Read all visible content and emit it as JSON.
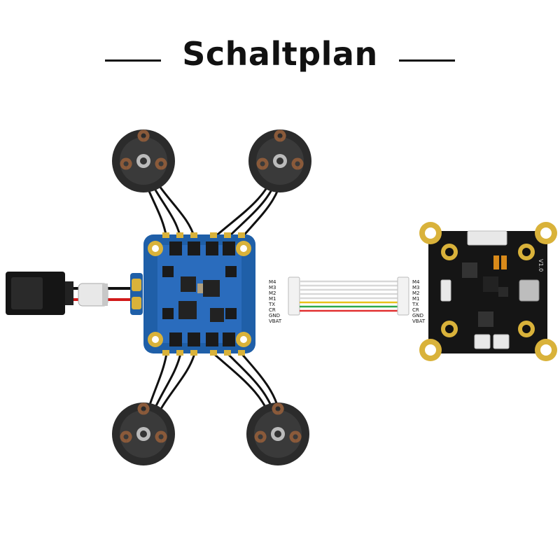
{
  "title": "Schaltplan",
  "esc_pins": [
    "M4",
    "M3",
    "M2",
    "M1",
    "TX",
    "CR",
    "GND",
    "VBAT"
  ],
  "fc_pins": [
    "M4",
    "M3",
    "M2",
    "M1",
    "TX",
    "CR",
    "GND",
    "VBAT"
  ],
  "fc_board_label": "V1.0",
  "colors": {
    "esc_board": "#1f5fa8",
    "fc_board": "#151515",
    "gold_pad": "#d9b23a",
    "motor": "#2b2b2b",
    "wire_black": "#111111",
    "wire_red": "#d11a1a",
    "cable_red": "#e23030",
    "cable_green": "#2fa84a",
    "cable_yellow": "#e9c21a"
  }
}
